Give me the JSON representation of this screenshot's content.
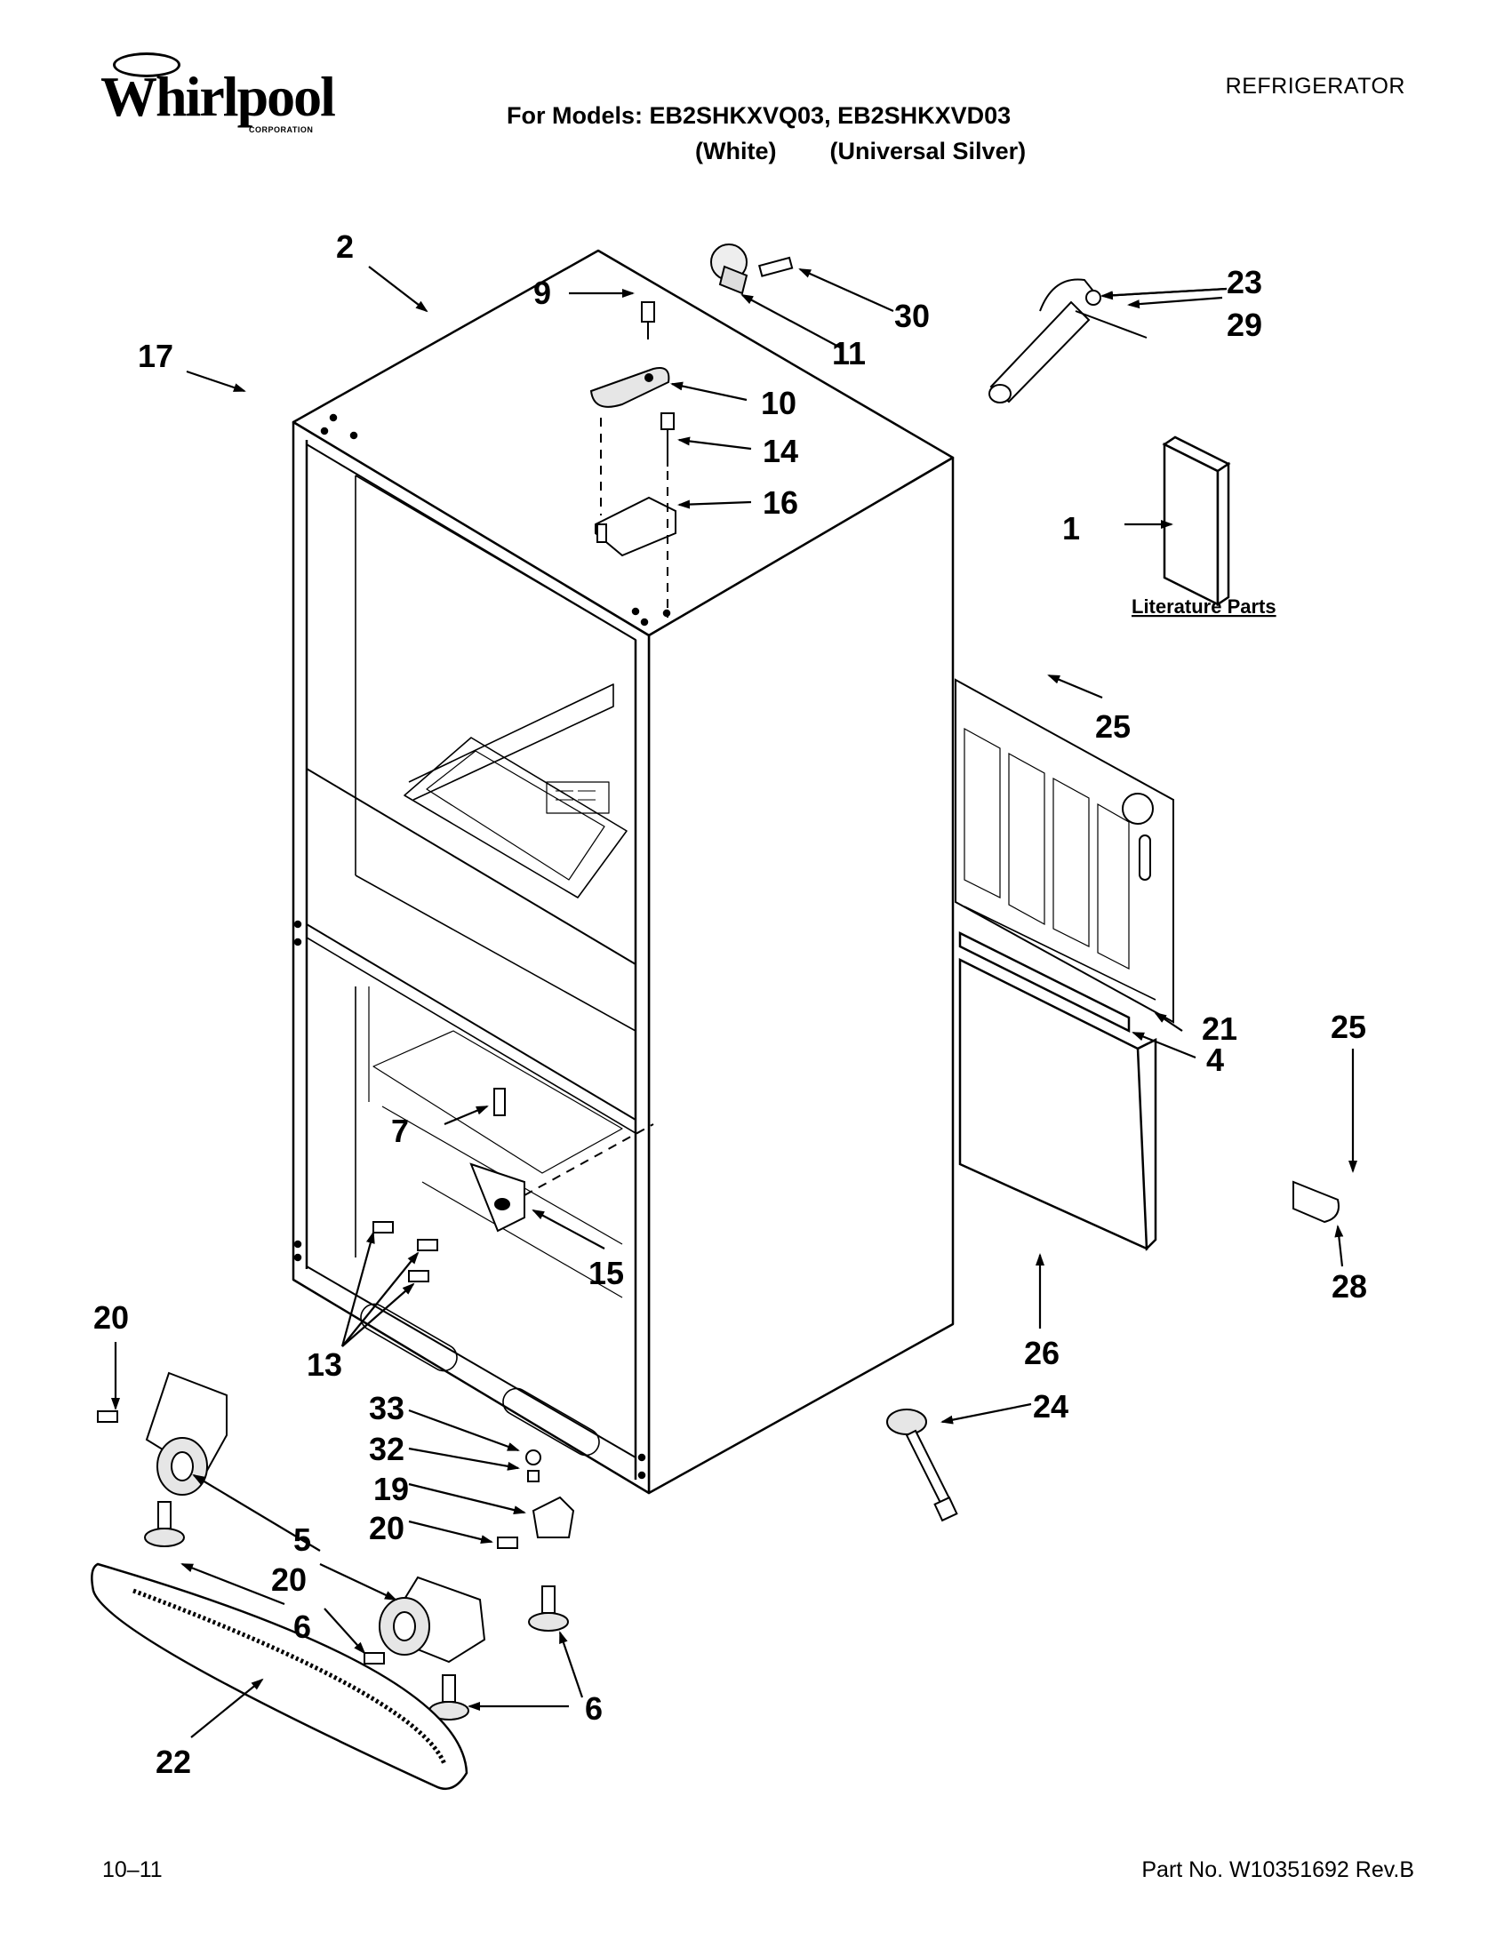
{
  "header": {
    "brand": "Whirlpool",
    "brand_sub": "CORPORATION",
    "appliance": "REFRIGERATOR",
    "models_line": "For Models: EB2SHKXVQ03, EB2SHKXVD03",
    "variant_1": "(White)",
    "variant_2": "(Universal Silver)"
  },
  "callouts": [
    "1",
    "2",
    "4",
    "5",
    "6",
    "7",
    "9",
    "10",
    "11",
    "13",
    "14",
    "15",
    "16",
    "17",
    "19",
    "20",
    "21",
    "22",
    "23",
    "24",
    "25",
    "26",
    "28",
    "29",
    "30",
    "32",
    "33"
  ],
  "literature_label": "Literature Parts",
  "footer": {
    "date": "10–11",
    "part_no": "Part No. W10351692 Rev.B"
  }
}
